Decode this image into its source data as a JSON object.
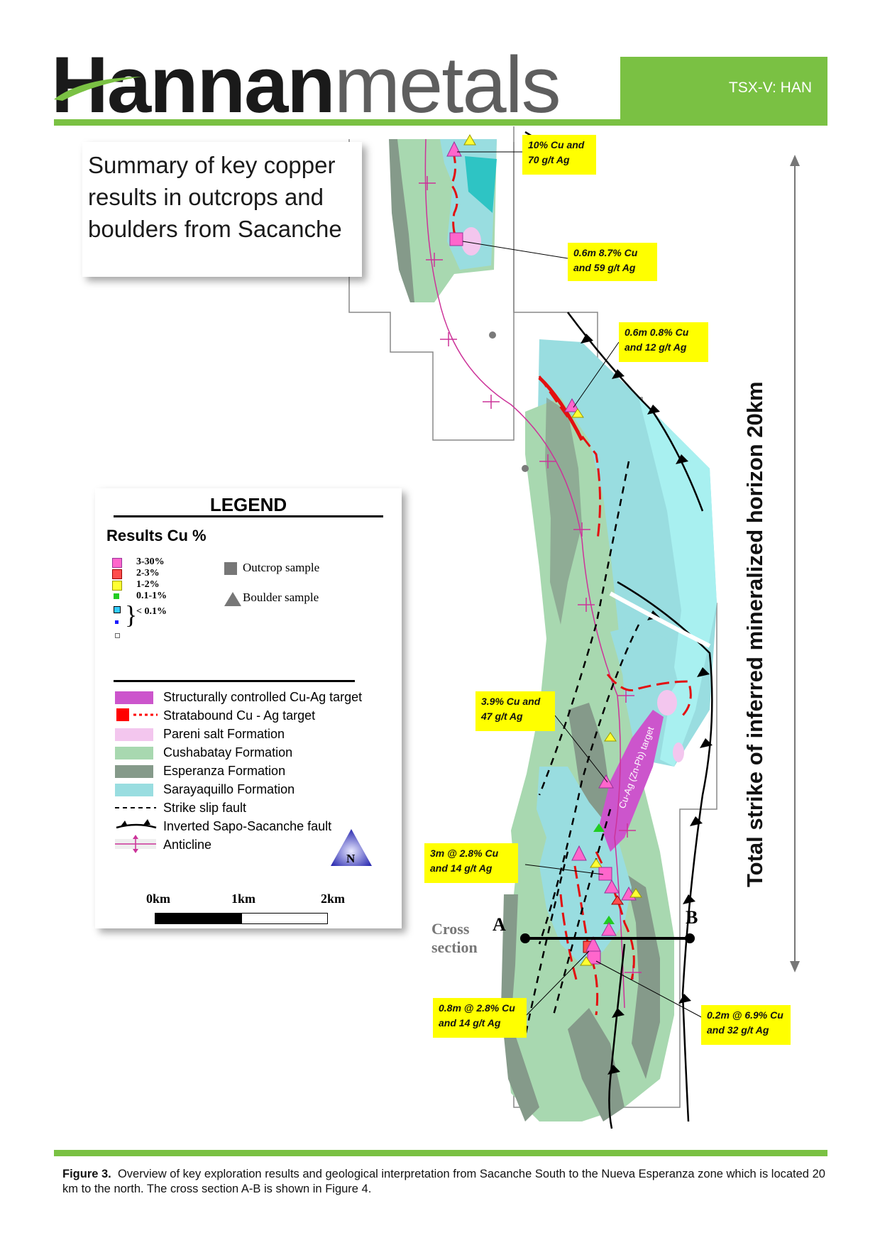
{
  "header": {
    "logo_part1": "Hannan",
    "logo_part2": "metals",
    "ticker": "TSX-V: HAN"
  },
  "title": {
    "line1": "Summary of key copper",
    "line2": "results in outcrops and",
    "line3": "boulders from Sacanche"
  },
  "callouts": [
    {
      "line1": "10% Cu and",
      "line2": "70 g/t Ag"
    },
    {
      "line1": "0.6m  8.7% Cu",
      "line2": "and 59 g/t Ag"
    },
    {
      "line1": "0.6m  0.8% Cu",
      "line2": "and 12 g/t Ag"
    },
    {
      "line1": "3.9% Cu and",
      "line2": "47 g/t Ag"
    },
    {
      "line1": "3m @ 2.8% Cu",
      "line2": "and 14 g/t Ag"
    },
    {
      "line1": "0.8m @ 2.8% Cu",
      "line2": "and 14 g/t Ag"
    },
    {
      "line1": "0.2m @ 6.9% Cu",
      "line2": "and 32 g/t Ag"
    }
  ],
  "legend": {
    "title": "LEGEND",
    "results_heading": "Results Cu %",
    "grades": [
      "3-30%",
      "2-3%",
      "1-2%",
      "0.1-1%",
      "< 0.1%"
    ],
    "grade_colors": [
      "#ff66cc",
      "#ff4d4d",
      "#ffff33",
      "#22cc22",
      "#33ccff",
      "#1a1aff",
      "#ffffff"
    ],
    "outcrop_label": "Outcrop sample",
    "boulder_label": "Boulder sample",
    "items": [
      {
        "label": "Structurally controlled Cu-Ag target",
        "color": "#cc55cc"
      },
      {
        "label": "Stratabound Cu - Ag target",
        "color": "#ff0000"
      },
      {
        "label": "Pareni salt Formation",
        "color": "#f3c6ee"
      },
      {
        "label": "Cushabatay Formation",
        "color": "#a8d8b0"
      },
      {
        "label": "Esperanza Formation",
        "color": "#859a8a"
      },
      {
        "label": "Sarayaquillo Formation",
        "color": "#99dde0"
      },
      {
        "label": "Strike slip fault",
        "color": "#000000"
      },
      {
        "label": "Inverted Sapo-Sacanche fault",
        "color": "#000000"
      },
      {
        "label": "Anticline",
        "color": "#cc3399"
      }
    ],
    "north": "N",
    "scale": [
      "0km",
      "1km",
      "2km"
    ]
  },
  "map": {
    "target_label": "Cu-Ag (Zn-Pb) target",
    "cross_section_label_1": "Cross",
    "cross_section_label_2": "section",
    "point_a": "A",
    "point_b": "B",
    "strike_label": "Total strike of inferred mineralized horizon 20km"
  },
  "caption": {
    "figure": "Figure 3.",
    "text": "Overview of key exploration results and geological interpretation from Sacanche South to the Nueva Esperanza zone which is located 20 km to the north. The cross section A-B is shown in Figure 4."
  }
}
